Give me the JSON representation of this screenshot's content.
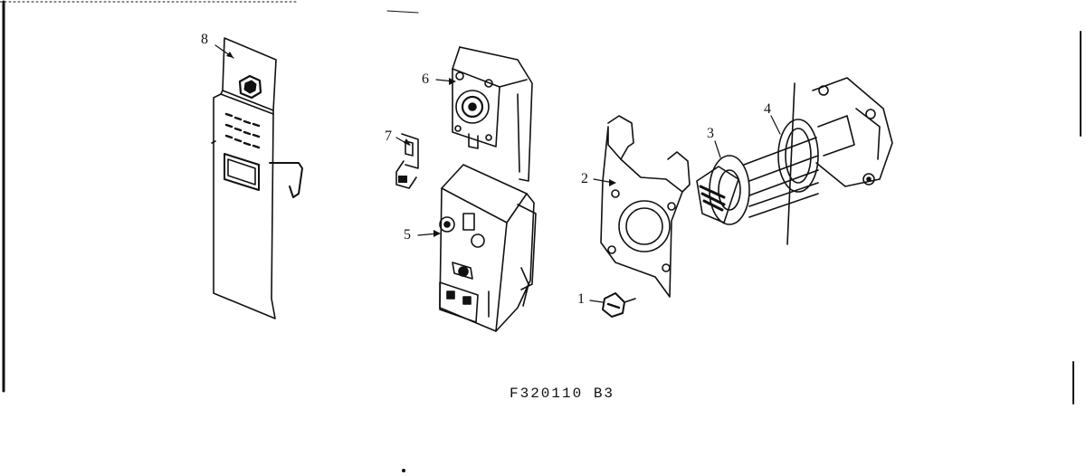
{
  "callouts": {
    "c1": "1",
    "c2": "2",
    "c3": "3",
    "c4": "4",
    "c5": "5",
    "c6": "6",
    "c7": "7",
    "c8": "8"
  },
  "figure_code": "F320110 B3",
  "colors": {
    "ink": "#111111",
    "paper": "#ffffff"
  }
}
